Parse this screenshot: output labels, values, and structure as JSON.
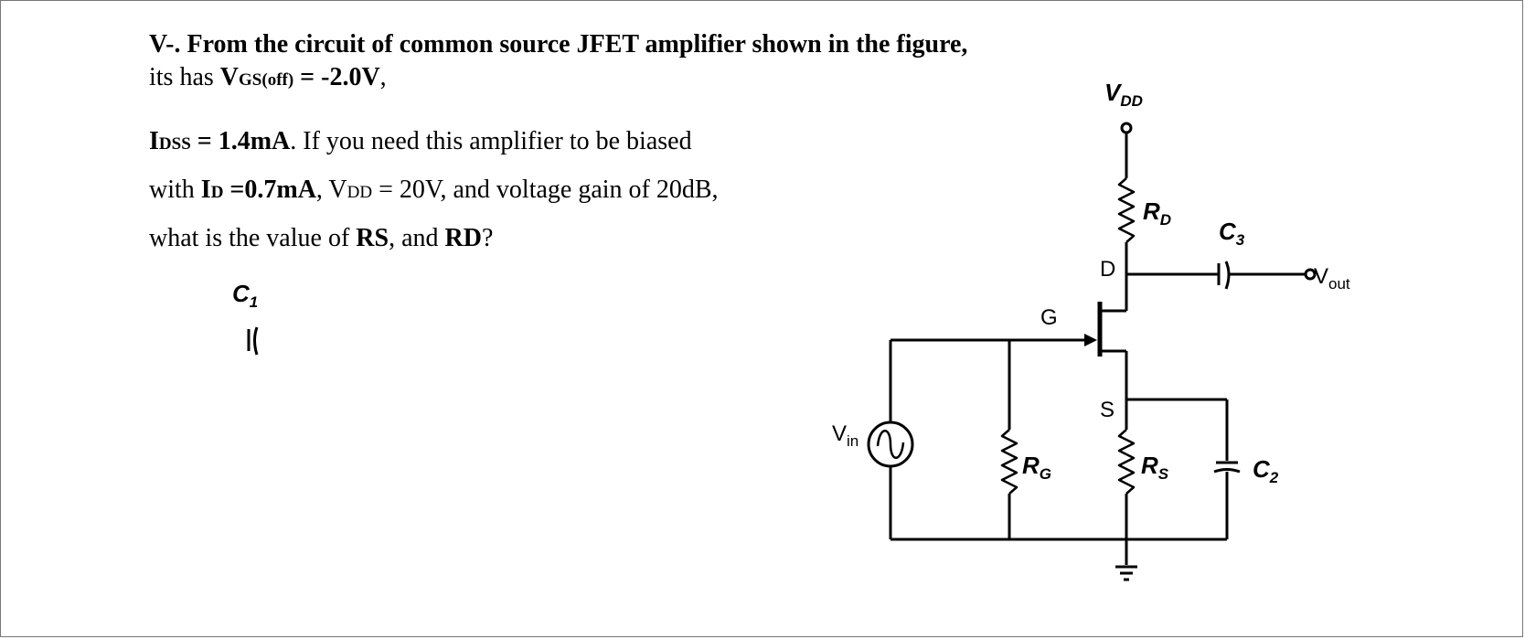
{
  "question": {
    "line1": "V-.  From the circuit of common source JFET  amplifier shown in the figure,",
    "line2_pre": "its has ",
    "vgs_V": "V",
    "vgs_sub": "GS(off)",
    "vgs_val": " = -2.0V",
    "line2_post": ",",
    "idss_I": "I",
    "idss_sub": "DSS",
    "idss_val": " = 1.4mA",
    "line3_post": ". If you need this amplifier to be biased",
    "line4_pre": "with ",
    "id_I": "I",
    "id_sub": "D",
    "id_val": " =0.7mA",
    "line4_mid": ", V",
    "vdd_sub": "DD",
    "line4_post": " = 20V, and voltage gain of 20dB,",
    "line5_pre": "what is the value of ",
    "rs": "RS",
    "line5_mid": ", and ",
    "rd": "RD",
    "line5_post": "?"
  },
  "circuit": {
    "vdd_main": "V",
    "vdd_sub": "DD",
    "rd_main": "R",
    "rd_sub": "D",
    "c3_main": "C",
    "c3_sub": "3",
    "c1_main": "C",
    "c1_sub": "1",
    "d_label": "D",
    "g_label": "G",
    "s_label": "S",
    "vout_main": "V",
    "vout_sub": "out",
    "vin_main": "V",
    "vin_sub": "in",
    "rg_main": "R",
    "rg_sub": "G",
    "rs_main": "R",
    "rs_sub": "S",
    "c2_main": "C",
    "c2_sub": "2"
  }
}
